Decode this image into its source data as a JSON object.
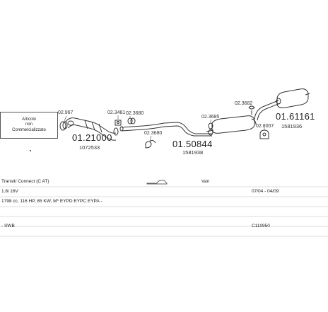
{
  "diagram": {
    "note_box": [
      "Articolo",
      "non",
      "Commercializzato"
    ],
    "parts": [
      {
        "code": "02.967"
      },
      {
        "code": "01.21000",
        "oem": "1072533"
      },
      {
        "code": "02.3481"
      },
      {
        "code": "02.3680"
      },
      {
        "code": "02.3680"
      },
      {
        "code": "01.50844",
        "oem": "1581938"
      },
      {
        "code": "02.3685"
      },
      {
        "code": "02.3682"
      },
      {
        "code": "02.8007"
      },
      {
        "code": "01.61161",
        "oem": "1581936"
      }
    ]
  },
  "vehicle": {
    "model": "Transit/ Connect (C AT)",
    "body_type": "Van",
    "engine": "1.8i 16V",
    "date_range": "07/04 - 04/09",
    "spec": "1798 cc, 116 HP, 85 KW, M* EYPD EYPC EYPA -",
    "wheelbase": "- SWB",
    "catalog_code": "C110950"
  }
}
